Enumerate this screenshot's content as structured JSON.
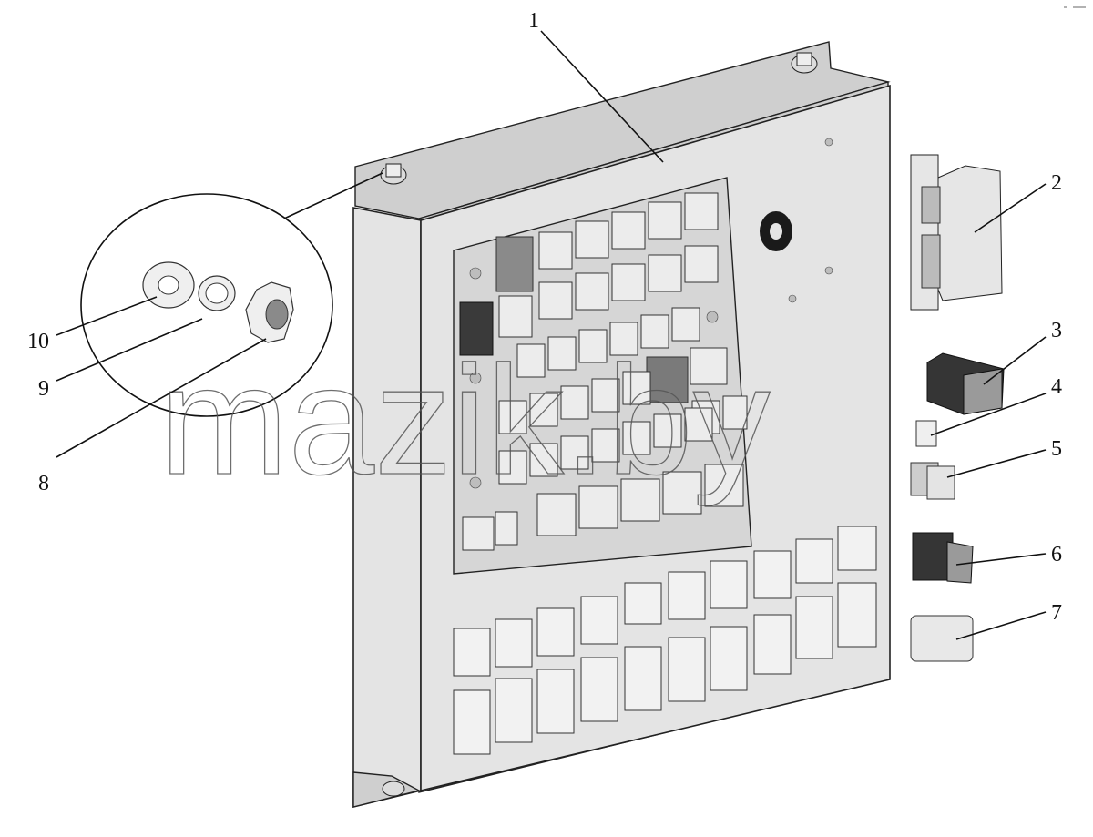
{
  "diagram": {
    "callouts": [
      {
        "id": "1",
        "label": "1"
      },
      {
        "id": "2",
        "label": "2"
      },
      {
        "id": "3",
        "label": "3"
      },
      {
        "id": "4",
        "label": "4"
      },
      {
        "id": "5",
        "label": "5"
      },
      {
        "id": "6",
        "label": "6"
      },
      {
        "id": "7",
        "label": "7"
      },
      {
        "id": "8",
        "label": "8"
      },
      {
        "id": "9",
        "label": "9"
      },
      {
        "id": "10",
        "label": "10"
      }
    ],
    "watermark": "mazik.by"
  }
}
